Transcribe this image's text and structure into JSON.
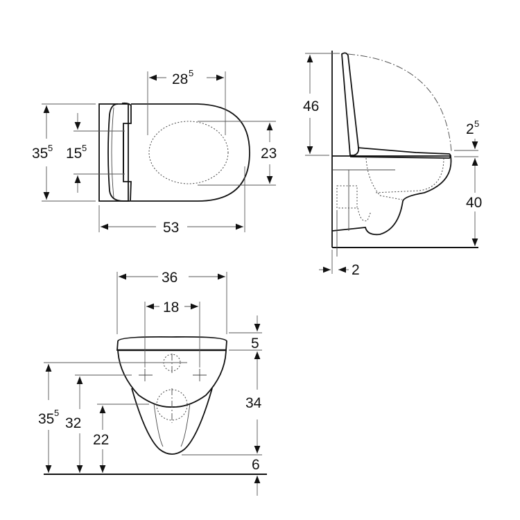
{
  "drawing": {
    "type": "technical dimension drawing",
    "subject": "wall-hung WC with seat",
    "units_implied": "cm"
  },
  "top_view": {
    "width_seat_label": "28",
    "width_seat_sup": "5",
    "overall_width_label": "35",
    "overall_width_sup": "5",
    "hinge_spacing_label": "15",
    "hinge_spacing_sup": "5",
    "bowl_opening_label": "23",
    "projection_label": "53"
  },
  "side_view": {
    "lid_height_label": "46",
    "seat_thickness_label": "2",
    "seat_thickness_sup": "5",
    "seat_height_label": "40",
    "wall_gap_label": "2"
  },
  "front_view": {
    "overall_width_label": "36",
    "bolt_spacing_label": "18",
    "seat_top_label": "5",
    "bowl_height_label": "34",
    "bottom_clearance_label": "6",
    "inlet_height_label": "35",
    "inlet_height_sup": "5",
    "bolt_height_label": "32",
    "outlet_height_label": "22"
  }
}
